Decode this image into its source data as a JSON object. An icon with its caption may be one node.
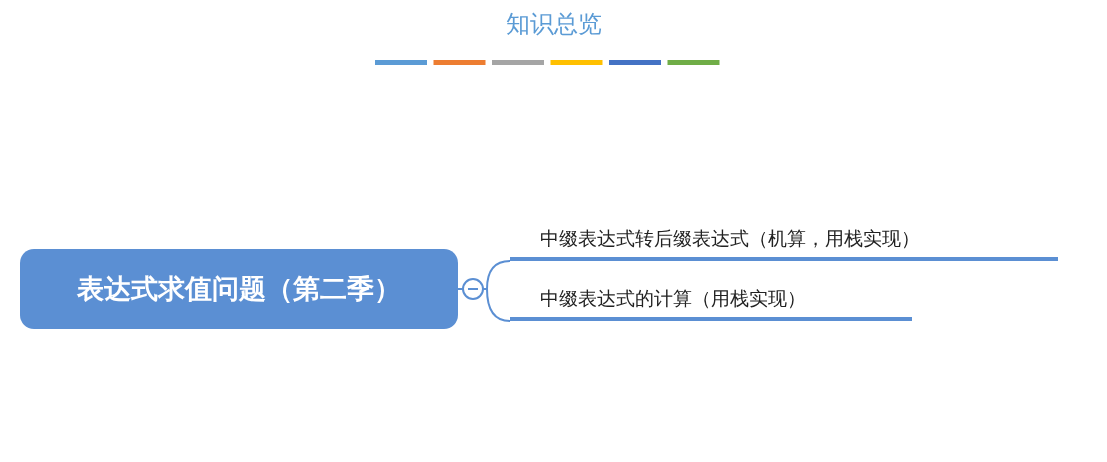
{
  "diagram": {
    "title": "知识总览",
    "nodes": [
      {
        "text": [
          "表达式求值问题（第二季）"
        ]
      },
      {
        "text": [
          "中缀表达式转后缀表达式（机算，用栈实现）"
        ]
      },
      {
        "text": [
          "中缀表达式的计算（用栈实现）"
        ]
      }
    ],
    "edges": [
      {
        "from": 0,
        "to": 1,
        "arrow": "none"
      },
      {
        "from": 0,
        "to": 2,
        "arrow": "none"
      }
    ]
  }
}
